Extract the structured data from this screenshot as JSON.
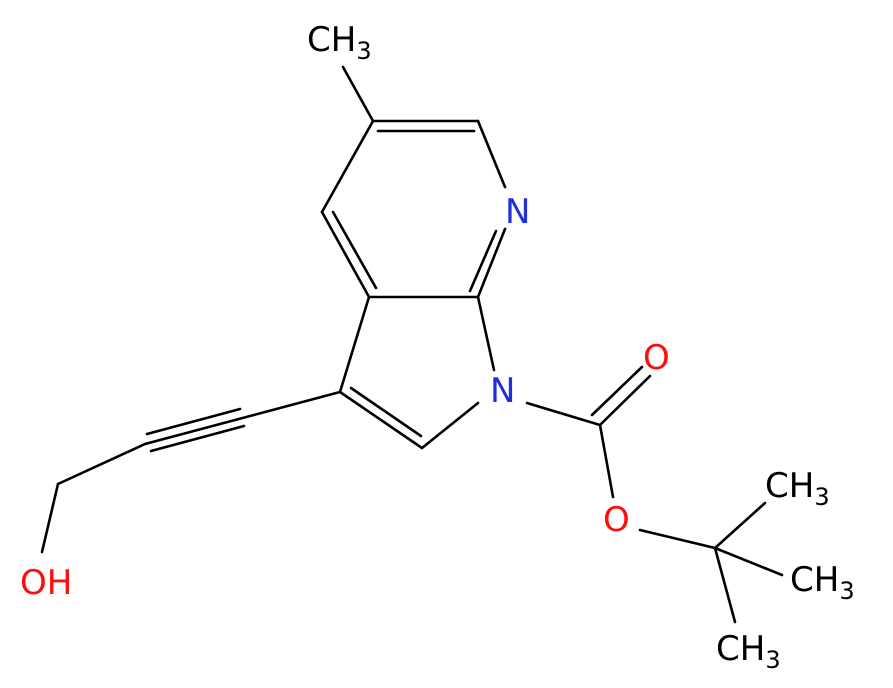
{
  "colors": {
    "carbon": "#000000",
    "nitrogen": "#1f2fd9",
    "oxygen": "#ff0d0d",
    "background": "#ffffff"
  },
  "atoms": {
    "methyl_top": {
      "main": "CH",
      "sub": "3"
    },
    "n_pyridine": {
      "main": "N"
    },
    "n_pyrrole": {
      "main": "N"
    },
    "o_carbonyl": {
      "main": "O"
    },
    "o_ester": {
      "main": "O"
    },
    "oh": {
      "main": "OH"
    },
    "methyl_1": {
      "main": "CH",
      "sub": "3"
    },
    "methyl_2": {
      "main": "CH",
      "sub": "3"
    },
    "methyl_3": {
      "main": "CH",
      "sub": "3"
    }
  }
}
